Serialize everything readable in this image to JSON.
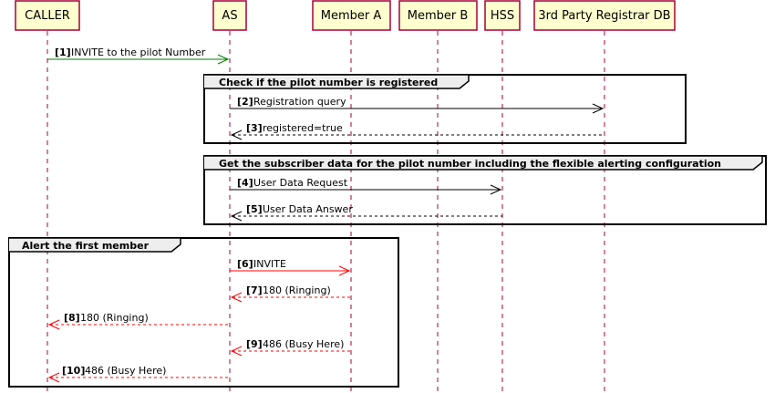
{
  "participants": [
    {
      "id": "caller",
      "label": "CALLER"
    },
    {
      "id": "as",
      "label": "AS"
    },
    {
      "id": "memberA",
      "label": "Member A"
    },
    {
      "id": "memberB",
      "label": "Member B"
    },
    {
      "id": "hss",
      "label": "HSS"
    },
    {
      "id": "registrar",
      "label": "3rd Party Registrar DB"
    }
  ],
  "groups": [
    {
      "title": "Check if the pilot number is registered"
    },
    {
      "title": "Get the subscriber data for the pilot number including the flexible alerting configuration"
    },
    {
      "title": "Alert the first member"
    }
  ],
  "messages": [
    {
      "num": "[1]",
      "label": "INVITE to the pilot Number",
      "from": "caller",
      "to": "as",
      "style": "solid",
      "color": "#008000"
    },
    {
      "num": "[2]",
      "label": "Registration query",
      "from": "as",
      "to": "registrar",
      "style": "solid",
      "color": "#000000"
    },
    {
      "num": "[3]",
      "label": "registered=true",
      "from": "registrar",
      "to": "as",
      "style": "dashed",
      "color": "#000000"
    },
    {
      "num": "[4]",
      "label": "User Data Request",
      "from": "as",
      "to": "hss",
      "style": "solid",
      "color": "#000000"
    },
    {
      "num": "[5]",
      "label": "User Data Answer",
      "from": "hss",
      "to": "as",
      "style": "dashed",
      "color": "#000000"
    },
    {
      "num": "[6]",
      "label": "INVITE",
      "from": "as",
      "to": "memberA",
      "style": "solid",
      "color": "#ff0000"
    },
    {
      "num": "[7]",
      "label": "180 (Ringing)",
      "from": "memberA",
      "to": "as",
      "style": "dashed",
      "color": "#ff0000"
    },
    {
      "num": "[8]",
      "label": "180 (Ringing)",
      "from": "as",
      "to": "caller",
      "style": "dashed",
      "color": "#ff0000"
    },
    {
      "num": "[9]",
      "label": "486 (Busy Here)",
      "from": "memberA",
      "to": "as",
      "style": "dashed",
      "color": "#ff0000"
    },
    {
      "num": "[10]",
      "label": "486 (Busy Here)",
      "from": "as",
      "to": "caller",
      "style": "dashed",
      "color": "#ff0000"
    }
  ],
  "colors": {
    "participant_fill": "#FEFECE",
    "participant_border": "#A80036",
    "lifeline": "#A80036"
  }
}
